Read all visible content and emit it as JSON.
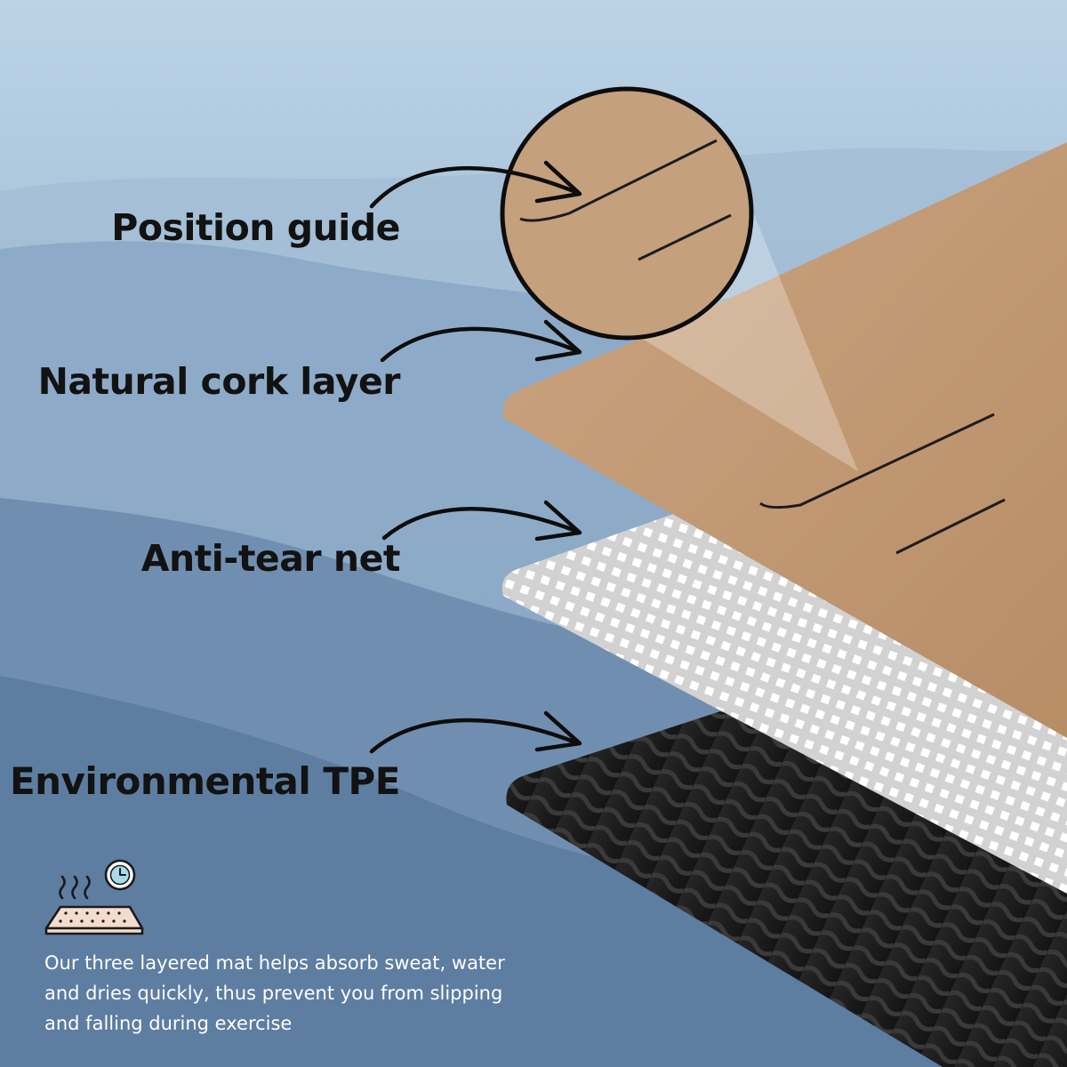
{
  "labels": {
    "position_guide": "Position guide",
    "cork_layer": "Natural cork layer",
    "anti_tear_net": "Anti-tear net",
    "tpe": "Environmental TPE"
  },
  "description": {
    "line1": "Our three layered mat helps absorb sweat, water",
    "line2": "and dries quickly, thus prevent you from slipping",
    "line3": "and falling during exercise"
  },
  "icons": {
    "feature": "quick-dry-mat-with-clock-icon",
    "arrows": "curved-arrow-icon"
  },
  "colors": {
    "sky_top": "#b9d0e3",
    "sky_bottom": "#4f6e92",
    "cork": "#c49d78",
    "net": "#dcdcdc",
    "tpe": "#1b1b1b",
    "label_text": "#121212",
    "description_text": "#ffffff"
  }
}
